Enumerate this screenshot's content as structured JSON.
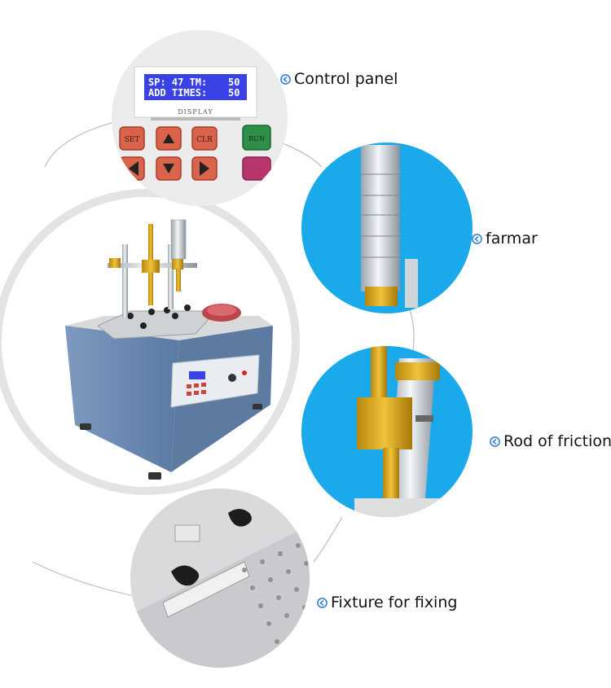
{
  "lcd": {
    "line1_left": "SP: 47 TM:",
    "line1_right": "50",
    "line2_left": "ADD TIMES:",
    "line2_right": "50",
    "display_label": "DISPLAY"
  },
  "keys": {
    "set": "SET",
    "clr": "CLR",
    "run": "RUN"
  },
  "callouts": {
    "control_panel": "Control panel",
    "farmar": "farmar",
    "rod_of_friction": "Rod of friction",
    "fixture_for_fixing": "Fixture for fixing"
  },
  "colors": {
    "callout_icon": "#2b7bd6",
    "lens_blue": "#1aa9ea",
    "cabinet_blue": "#6f8fb6",
    "lcd_blue": "#3a42e6",
    "gold": "#d5a31c"
  }
}
